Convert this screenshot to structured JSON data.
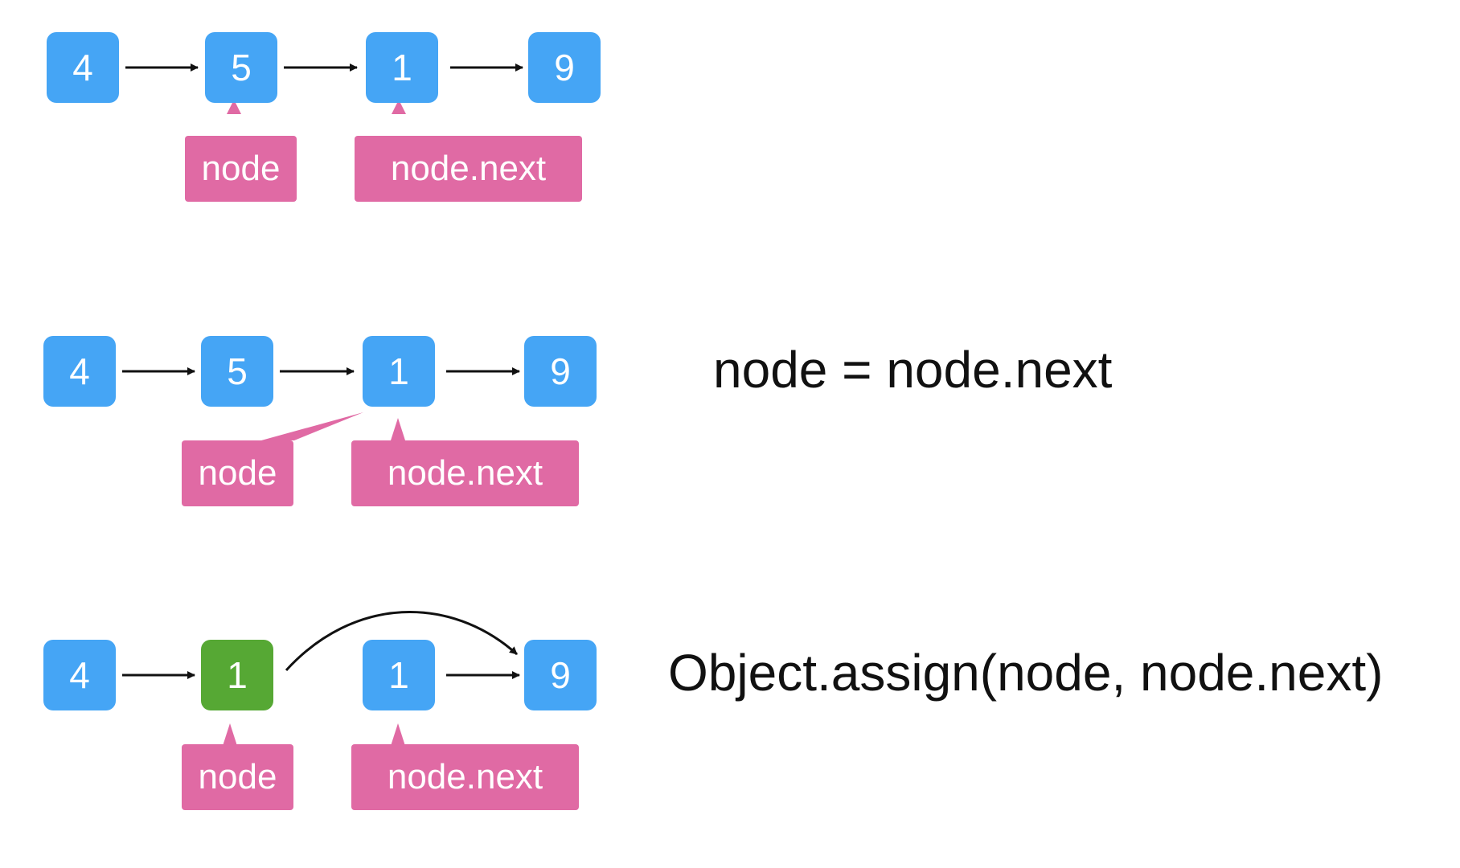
{
  "colors": {
    "node": "#45a5f5",
    "highlight": "#56a834",
    "pointer": "#e06aa4",
    "arrow": "#111111"
  },
  "rows": [
    {
      "nodes": [
        {
          "value": "4",
          "color": "node"
        },
        {
          "value": "5",
          "color": "node"
        },
        {
          "value": "1",
          "color": "node"
        },
        {
          "value": "9",
          "color": "node"
        }
      ],
      "labels": [
        "node",
        "node.next"
      ],
      "code": ""
    },
    {
      "nodes": [
        {
          "value": "4",
          "color": "node"
        },
        {
          "value": "5",
          "color": "node"
        },
        {
          "value": "1",
          "color": "node"
        },
        {
          "value": "9",
          "color": "node"
        }
      ],
      "labels": [
        "node",
        "node.next"
      ],
      "code": "node = node.next"
    },
    {
      "nodes": [
        {
          "value": "4",
          "color": "node"
        },
        {
          "value": "1",
          "color": "highlight"
        },
        {
          "value": "1",
          "color": "node"
        },
        {
          "value": "9",
          "color": "node"
        }
      ],
      "labels": [
        "node",
        "node.next"
      ],
      "code": "Object.assign(node, node.next)"
    }
  ]
}
